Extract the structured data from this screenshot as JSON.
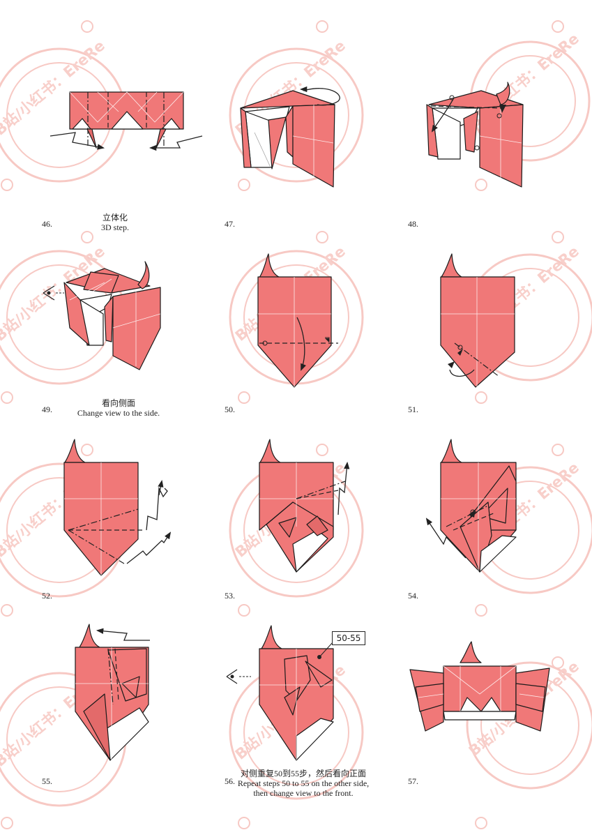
{
  "watermark": {
    "text": "B站/小红书：EreRe"
  },
  "steps": [
    {
      "number": "46.",
      "caption_zh": "立体化",
      "caption_en": "3D step."
    },
    {
      "number": "47.",
      "caption_zh": "",
      "caption_en": ""
    },
    {
      "number": "48.",
      "caption_zh": "",
      "caption_en": ""
    },
    {
      "number": "49.",
      "caption_zh": "看向侧面",
      "caption_en": "Change view to the side."
    },
    {
      "number": "50.",
      "caption_zh": "",
      "caption_en": ""
    },
    {
      "number": "51.",
      "caption_zh": "",
      "caption_en": ""
    },
    {
      "number": "52.",
      "caption_zh": "",
      "caption_en": ""
    },
    {
      "number": "53.",
      "caption_zh": "",
      "caption_en": ""
    },
    {
      "number": "54.",
      "caption_zh": "",
      "caption_en": ""
    },
    {
      "number": "55.",
      "caption_zh": "",
      "caption_en": ""
    },
    {
      "number": "56.",
      "caption_zh": "对侧重复50到55步，然后看向正面",
      "caption_en": "Repeat steps 50 to 55 on the other side,",
      "caption_en_2": "then change view to the front."
    },
    {
      "number": "57.",
      "caption_zh": "",
      "caption_en": ""
    }
  ],
  "reference_label": "50-55",
  "colors": {
    "paper": "#f07878",
    "watermark": "#f7c9c4",
    "line": "#1a1a1a"
  }
}
